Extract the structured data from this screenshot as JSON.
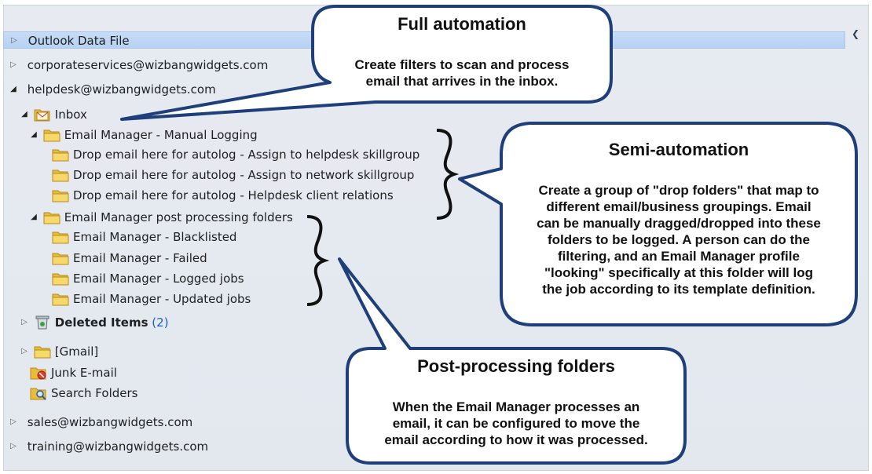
{
  "tree": {
    "outlook_data_file": "Outlook Data File",
    "corporate": "corporateservices@wizbangwidgets.com",
    "helpdesk": "helpdesk@wizbangwidgets.com",
    "inbox": "Inbox",
    "manual_logging": "Email Manager - Manual Logging",
    "drop1": "Drop email here for autolog - Assign to helpdesk skillgroup",
    "drop2": "Drop email here for autolog - Assign to network skillgroup",
    "drop3": "Drop email here for autolog - Helpdesk client relations",
    "post_processing": "Email Manager post processing folders",
    "blacklisted": "Email Manager - Blacklisted",
    "failed": "Email Manager - Failed",
    "logged": "Email Manager - Logged jobs",
    "updated": "Email Manager - Updated jobs",
    "deleted": "Deleted Items",
    "deleted_count": "(2)",
    "gmail": "[Gmail]",
    "junk": "Junk E-mail",
    "search_folders": "Search Folders",
    "sales": "sales@wizbangwidgets.com",
    "training": "training@wizbangwidgets.com"
  },
  "callouts": {
    "full": {
      "title": "Full automation",
      "line1": "Create filters to scan and process",
      "line2": "email that arrives in the inbox."
    },
    "semi": {
      "title": "Semi-automation",
      "line1": "Create a group of \"drop folders\" that map to",
      "line2": "different email/business groupings.  Email",
      "line3": "can be manually dragged/dropped into these",
      "line4": "folders to be logged.  A person can do the",
      "line5": "filtering, and an Email Manager profile",
      "line6": "\"looking\" specifically at this folder will log",
      "line7": "the job according to its template definition."
    },
    "post": {
      "title": "Post-processing folders",
      "line1": "When the Email Manager processes an",
      "line2": "email, it can be configured to move the",
      "line3": "email according to how it was processed."
    }
  },
  "colors": {
    "callout_fill": "#ffffff",
    "callout_border": "#1e3f7a",
    "selection": "#c6dcf6",
    "folder": "#f2cf5b"
  }
}
